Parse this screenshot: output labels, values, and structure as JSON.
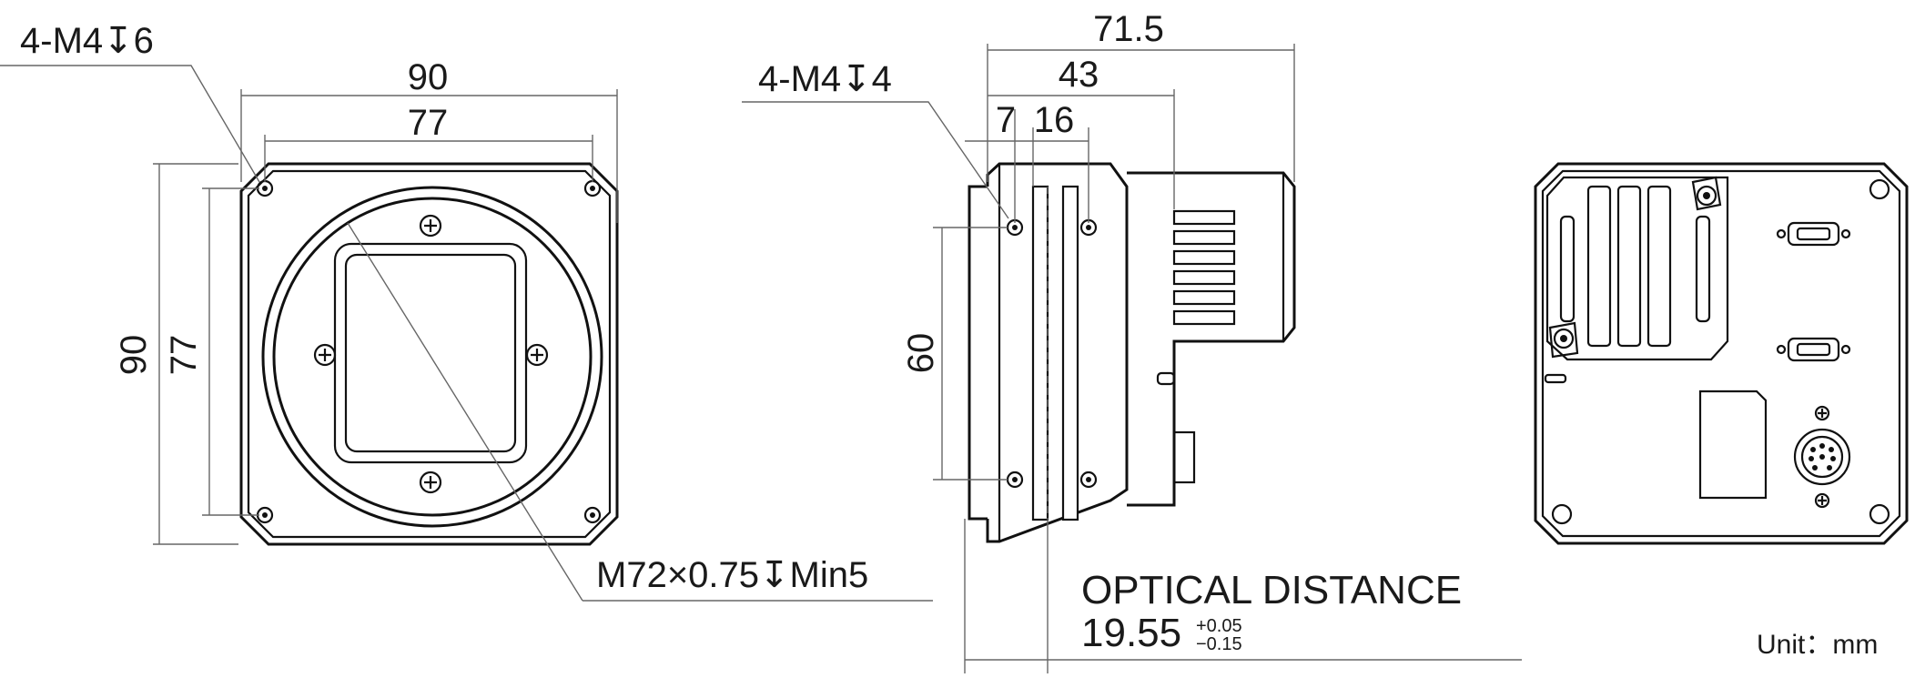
{
  "callouts": {
    "front_holes": "4-M4↧6",
    "side_holes": "4-M4↧4",
    "mount_thread": "M72×0.75↧Min5"
  },
  "front_view": {
    "outer_width": "90",
    "hole_spacing_width": "77",
    "outer_height": "90",
    "hole_spacing_height": "77"
  },
  "side_view": {
    "overall_length": "71.5",
    "body_length": "43",
    "dim_a": "7",
    "dim_b": "16",
    "hole_spacing": "60"
  },
  "optical": {
    "label": "OPTICAL DISTANCE",
    "value": "19.55",
    "tol_plus": "+0.05",
    "tol_minus": "−0.15"
  },
  "unit": "Unit：mm"
}
